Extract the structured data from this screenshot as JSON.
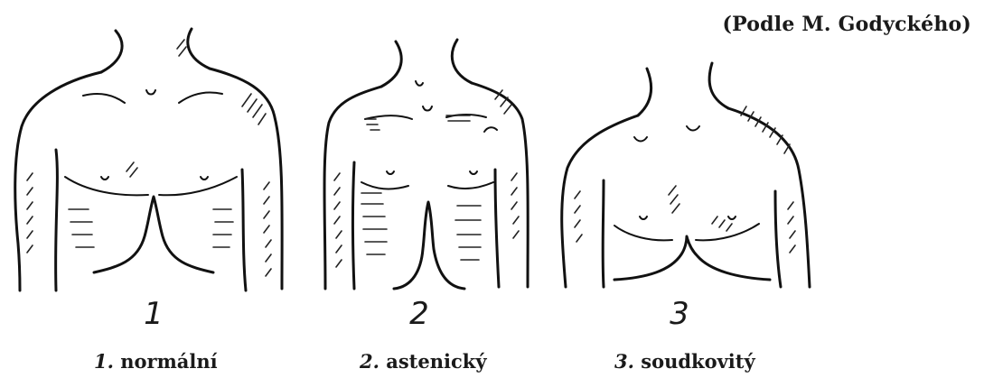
{
  "credit": "(Podle M. Godyckého)",
  "figures": [
    {
      "number": "1",
      "caption_num": "1.",
      "caption_text": "normální"
    },
    {
      "number": "2",
      "caption_num": "2.",
      "caption_text": "astenický"
    },
    {
      "number": "3",
      "caption_num": "3.",
      "caption_text": "soudkovitý"
    }
  ]
}
